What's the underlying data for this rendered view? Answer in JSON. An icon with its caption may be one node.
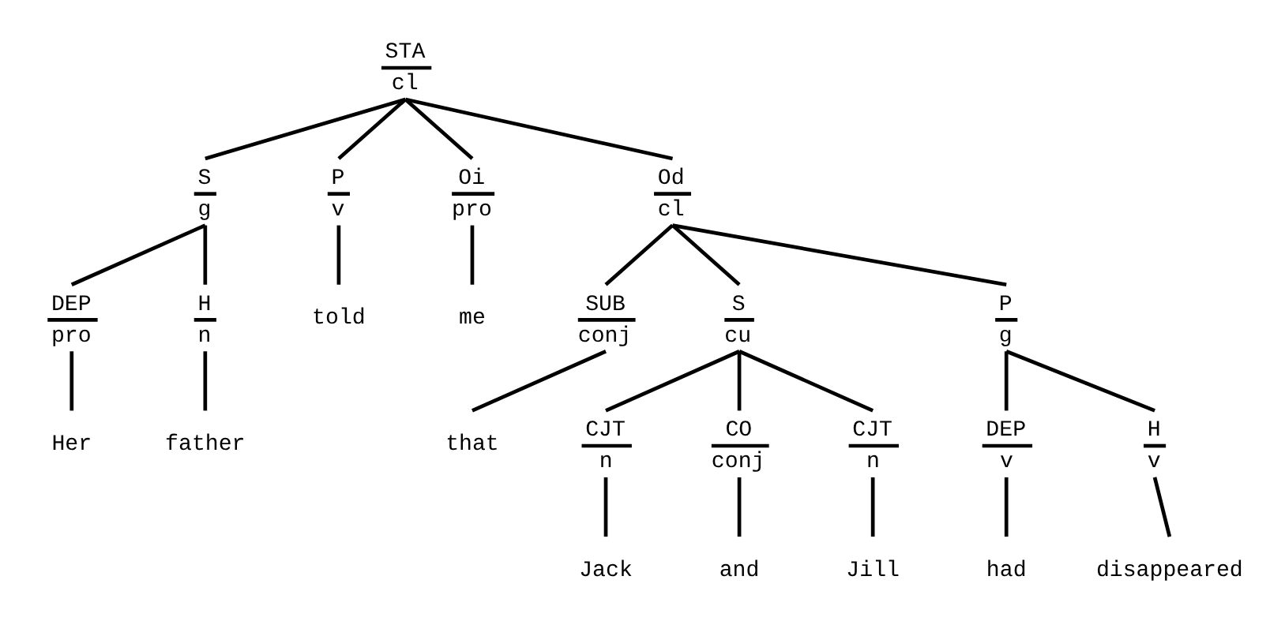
{
  "diagram": {
    "nodes": [
      {
        "text": [
          "STA",
          "cl"
        ]
      },
      {
        "text": [
          "S",
          "g"
        ]
      },
      {
        "text": [
          "P",
          "v"
        ]
      },
      {
        "text": [
          "Oi",
          "pro"
        ]
      },
      {
        "text": [
          "Od",
          "cl"
        ]
      },
      {
        "text": [
          "DEP",
          "pro"
        ]
      },
      {
        "text": [
          "H",
          "n"
        ]
      },
      {
        "text": [
          "told"
        ]
      },
      {
        "text": [
          "me"
        ]
      },
      {
        "text": [
          "SUB",
          "conj"
        ]
      },
      {
        "text": [
          "S",
          "cu"
        ]
      },
      {
        "text": [
          "P",
          "g"
        ]
      },
      {
        "text": [
          "Her"
        ]
      },
      {
        "text": [
          "father"
        ]
      },
      {
        "text": [
          "that"
        ]
      },
      {
        "text": [
          "CJT",
          "n"
        ]
      },
      {
        "text": [
          "CO",
          "conj"
        ]
      },
      {
        "text": [
          "CJT",
          "n"
        ]
      },
      {
        "text": [
          "DEP",
          "v"
        ]
      },
      {
        "text": [
          "H",
          "v"
        ]
      },
      {
        "text": [
          "Jack"
        ]
      },
      {
        "text": [
          "and"
        ]
      },
      {
        "text": [
          "Jill"
        ]
      },
      {
        "text": [
          "had"
        ]
      },
      {
        "text": [
          "disappeared"
        ]
      }
    ],
    "edges": [
      {
        "from": 0,
        "to": 1,
        "arrow": "none"
      },
      {
        "from": 0,
        "to": 2,
        "arrow": "none"
      },
      {
        "from": 0,
        "to": 3,
        "arrow": "none"
      },
      {
        "from": 0,
        "to": 4,
        "arrow": "none"
      },
      {
        "from": 1,
        "to": 5,
        "arrow": "none"
      },
      {
        "from": 1,
        "to": 6,
        "arrow": "none"
      },
      {
        "from": 2,
        "to": 7,
        "arrow": "none"
      },
      {
        "from": 3,
        "to": 8,
        "arrow": "none"
      },
      {
        "from": 4,
        "to": 9,
        "arrow": "none"
      },
      {
        "from": 4,
        "to": 10,
        "arrow": "none"
      },
      {
        "from": 4,
        "to": 11,
        "arrow": "none"
      },
      {
        "from": 5,
        "to": 12,
        "arrow": "none"
      },
      {
        "from": 6,
        "to": 13,
        "arrow": "none"
      },
      {
        "from": 9,
        "to": 14,
        "arrow": "none"
      },
      {
        "from": 10,
        "to": 15,
        "arrow": "none"
      },
      {
        "from": 10,
        "to": 16,
        "arrow": "none"
      },
      {
        "from": 10,
        "to": 17,
        "arrow": "none"
      },
      {
        "from": 11,
        "to": 18,
        "arrow": "none"
      },
      {
        "from": 11,
        "to": 19,
        "arrow": "none"
      },
      {
        "from": 15,
        "to": 20,
        "arrow": "none"
      },
      {
        "from": 16,
        "to": 21,
        "arrow": "none"
      },
      {
        "from": 17,
        "to": 22,
        "arrow": "none"
      },
      {
        "from": 18,
        "to": 23,
        "arrow": "none"
      },
      {
        "from": 19,
        "to": 24,
        "arrow": "none"
      }
    ]
  }
}
